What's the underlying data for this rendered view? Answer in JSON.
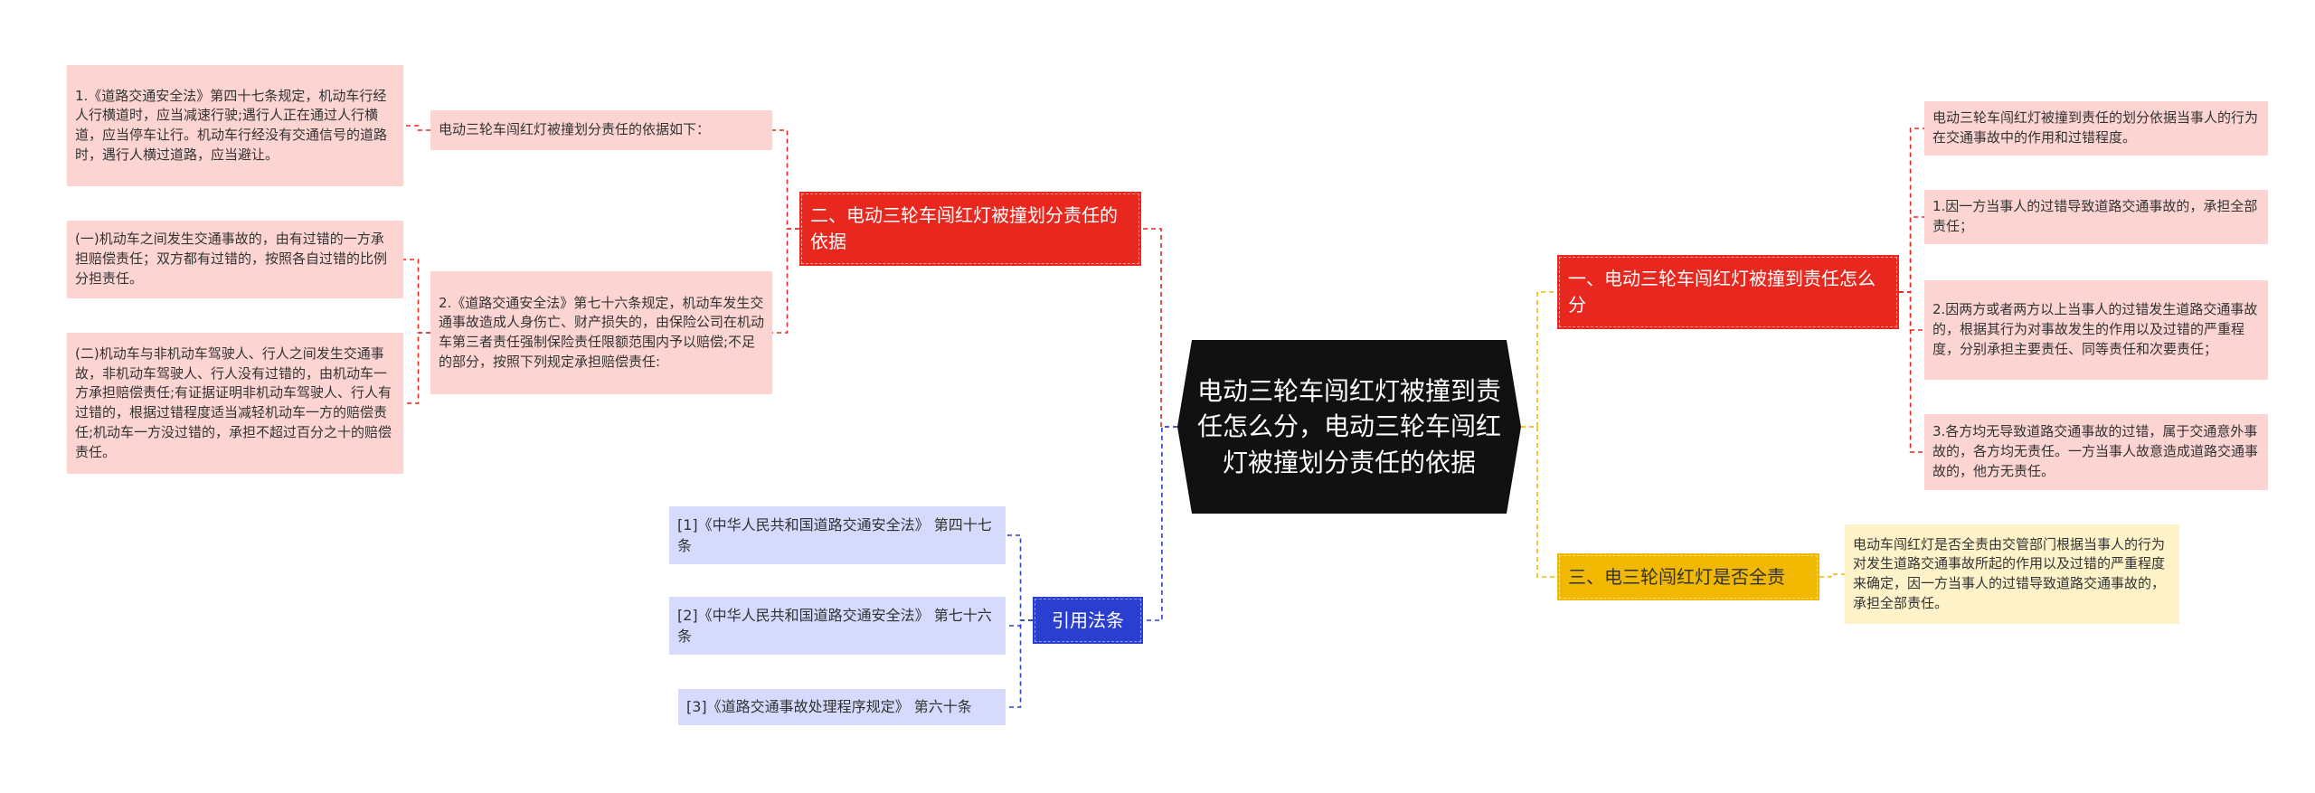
{
  "root": {
    "title": "电动三轮车闯红灯被撞到责任怎么分，电动三轮车闯红灯被撞划分责任的依据"
  },
  "right_branches": [
    {
      "label": "一、电动三轮车闯红灯被撞到责任怎么分",
      "color": "#e8281e",
      "children": [
        "电动三轮车闯红灯被撞到责任的划分依据当事人的行为在交通事故中的作用和过错程度。",
        "1.因一方当事人的过错导致道路交通事故的，承担全部责任；",
        "2.因两方或者两方以上当事人的过错发生道路交通事故的，根据其行为对事故发生的作用以及过错的严重程度，分别承担主要责任、同等责任和次要责任；",
        "3.各方均无导致道路交通事故的过错，属于交通意外事故的，各方均无责任。一方当事人故意造成道路交通事故的，他方无责任。"
      ]
    },
    {
      "label": "三、电三轮闯红灯是否全责",
      "color": "#f0b800",
      "children": [
        "电动车闯红灯是否全责由交管部门根据当事人的行为对发生道路交通事故所起的作用以及过错的严重程度来确定，因一方当事人的过错导致道路交通事故的，承担全部责任。"
      ]
    }
  ],
  "left_branches": [
    {
      "label": "二、电动三轮车闯红灯被撞划分责任的依据",
      "color": "#e8281e",
      "children": [
        {
          "text": "电动三轮车闯红灯被撞划分责任的依据如下：",
          "children": [
            "1.《道路交通安全法》第四十七条规定，机动车行经人行横道时，应当减速行驶;遇行人正在通过人行横道，应当停车让行。机动车行经没有交通信号的道路时，遇行人横过道路，应当避让。"
          ]
        },
        {
          "text": "2.《道路交通安全法》第七十六条规定，机动车发生交通事故造成人身伤亡、财产损失的，由保险公司在机动车第三者责任强制保险责任限额范围内予以赔偿;不足的部分，按照下列规定承担赔偿责任:",
          "children": [
            "(一)机动车之间发生交通事故的，由有过错的一方承担赔偿责任；双方都有过错的，按照各自过错的比例分担责任。",
            "(二)机动车与非机动车驾驶人、行人之间发生交通事故，非机动车驾驶人、行人没有过错的，由机动车一方承担赔偿责任;有证据证明非机动车驾驶人、行人有过错的，根据过错程度适当减轻机动车一方的赔偿责任;机动车一方没过错的，承担不超过百分之十的赔偿责任。"
          ]
        }
      ]
    },
    {
      "label": "引用法条",
      "color": "#2a3fd0",
      "children": [
        "[1]《中华人民共和国道路交通安全法》 第四十七条",
        "[2]《中华人民共和国道路交通安全法》 第七十六条",
        "[3]《道路交通事故处理程序规定》 第六十条"
      ]
    }
  ]
}
